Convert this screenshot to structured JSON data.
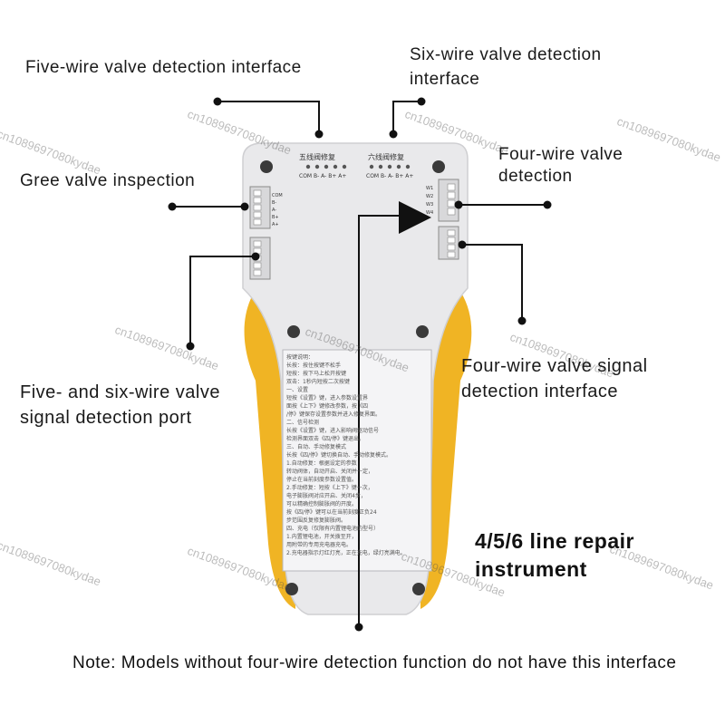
{
  "labels": {
    "five_wire_interface": "Five-wire valve detection interface",
    "six_wire_interface_1": "Six-wire valve detection",
    "six_wire_interface_2": "interface",
    "gree_valve": "Gree valve inspection",
    "four_wire_1": "Four-wire valve",
    "four_wire_2": "detection",
    "five_six_signal_1": "Five- and six-wire valve",
    "five_six_signal_2": "signal detection port",
    "four_wire_signal_1": "Four-wire valve signal",
    "four_wire_signal_2": "detection interface",
    "instrument_title_1": "4/5/6 line repair",
    "instrument_title_2": "instrument",
    "note": "Note: Models without four-wire detection function do not have this interface"
  },
  "device": {
    "top_left_label": "五线阀修复",
    "top_right_label": "六线阀修复",
    "pin_row_five": "COM B- A- B+ A+",
    "pin_row_six": "COM B- A- B+ A+",
    "left_pins": [
      "COM",
      "B-",
      "A-",
      "B+",
      "A+"
    ],
    "right_pins": [
      "W1",
      "W2",
      "W3",
      "W4"
    ],
    "panel_lines": [
      "按键说明：",
      "长按：按住按键不松手",
      "短按：按下马上松开按键",
      "双击：1秒内短按二次按键",
      "一、设置",
      "短按《设置》键，进入参数设置界",
      "面按《上下》键修改参数，按《四",
      "/停》键保存设置参数并进入修复界面。",
      "二、信号检测",
      "长按《设置》键，进入影响阀驱动信号",
      "检测界面双击《四/停》键退出。",
      "三、自动、手动修复模式",
      "长按《四/停》键切换自动、手动修复模式。",
      "1.自动修复：根据设定的参数",
      "转动阀体，自动开启、关闭并一定，",
      "停止在当前刻度参数设置值。",
      "2.手动修复：短按《上下》键一次，",
      "电子膨胀阀对应开启、关闭4步，",
      "可以精确控制膨胀阀的开度。",
      "按《四/停》键可以在当前刻度正负24",
      "步范围反复修复膨胀阀。",
      "四、充电（仅限有内置锂电池的型号）",
      "1.内置锂电池，开关拨至开，",
      "用附带的专用充电器充电。",
      "2.充电器指示灯红灯亮，正在充电，绿灯亮满电。"
    ],
    "watermark": "cn1089697080kydae"
  },
  "colors": {
    "body": "#e9e9eb",
    "grip": "#f0b424",
    "line": "#111111",
    "arrow": "#111111"
  }
}
